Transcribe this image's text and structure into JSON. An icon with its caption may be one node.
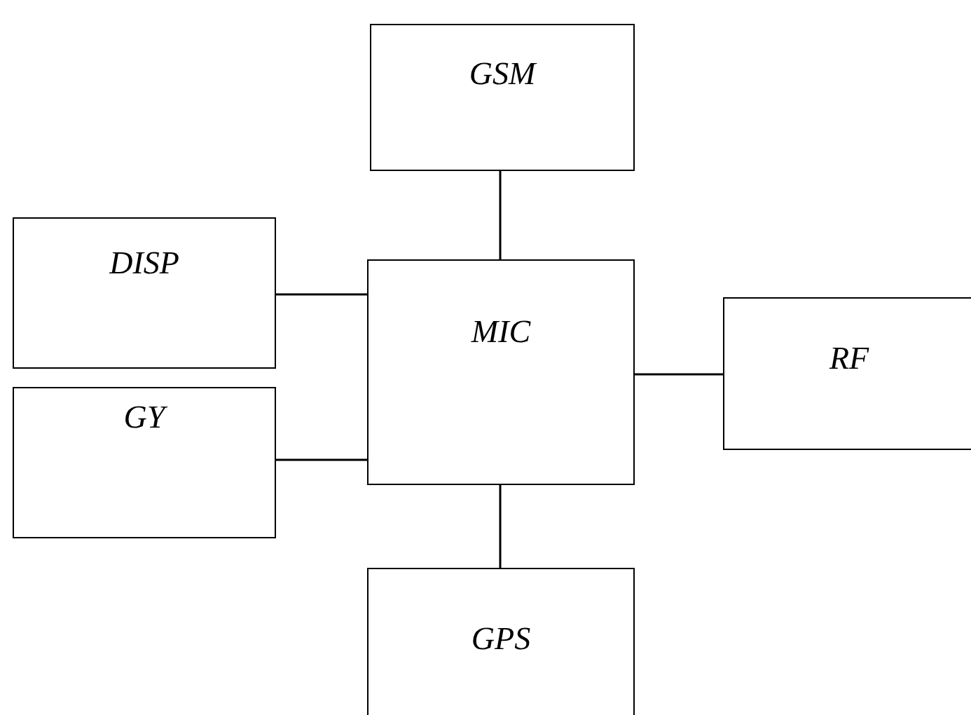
{
  "diagram": {
    "nodes": [
      {
        "text": [
          "GSM"
        ]
      },
      {
        "text": [
          "DISP"
        ]
      },
      {
        "text": [
          "MIC"
        ]
      },
      {
        "text": [
          "RF"
        ]
      },
      {
        "text": [
          "GY"
        ]
      },
      {
        "text": [
          "GPS"
        ]
      }
    ],
    "edges": [
      {
        "from": 0,
        "to": 2,
        "arrow": "none"
      },
      {
        "from": 1,
        "to": 2,
        "arrow": "none"
      },
      {
        "from": 4,
        "to": 2,
        "arrow": "none"
      },
      {
        "from": 2,
        "to": 3,
        "arrow": "none"
      },
      {
        "from": 2,
        "to": 5,
        "arrow": "none"
      }
    ]
  }
}
